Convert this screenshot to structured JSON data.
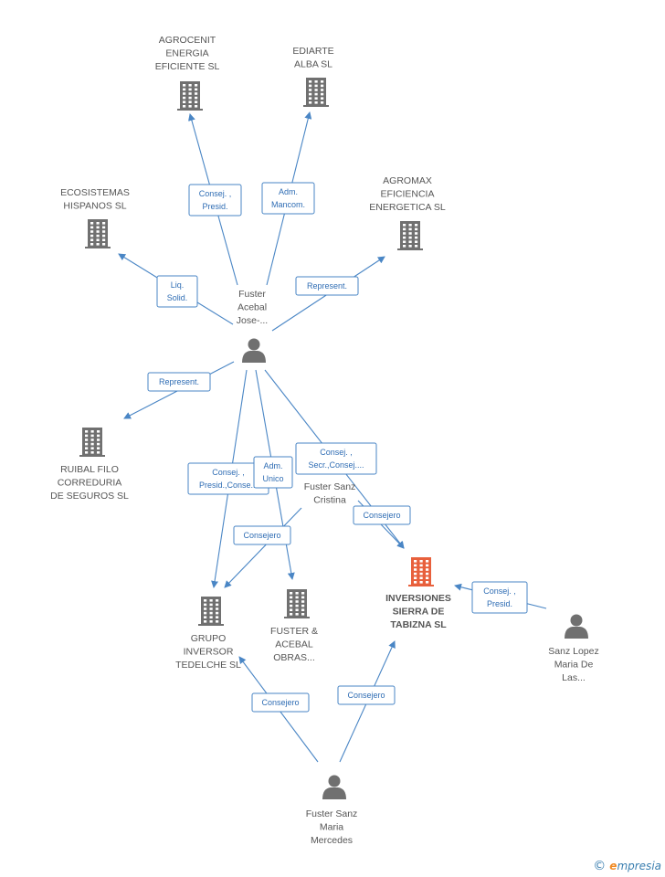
{
  "colors": {
    "company": "#707070",
    "focus": "#e8603c",
    "person": "#707070",
    "edge": "#4a86c5"
  },
  "nodes": [
    {
      "id": "agrocenit",
      "type": "company",
      "label": [
        "AGROCENIT",
        "ENERGIA",
        "EFICIENTE SL"
      ]
    },
    {
      "id": "ediarte",
      "type": "company",
      "label": [
        "EDIARTE",
        "ALBA SL"
      ]
    },
    {
      "id": "ecosistemas",
      "type": "company",
      "label": [
        "ECOSISTEMAS",
        "HISPANOS SL"
      ]
    },
    {
      "id": "agromax",
      "type": "company",
      "label": [
        "AGROMAX",
        "EFICIENCIA",
        "ENERGETICA SL"
      ]
    },
    {
      "id": "fuster_jose",
      "type": "person",
      "label": [
        "Fuster",
        "Acebal",
        "Jose-..."
      ]
    },
    {
      "id": "ruibal",
      "type": "company",
      "label": [
        "RUIBAL FILO",
        "CORREDURIA",
        "DE SEGUROS SL"
      ]
    },
    {
      "id": "fuster_cristina",
      "type": "person",
      "label": [
        "Fuster Sanz",
        "Cristina"
      ]
    },
    {
      "id": "inversiones",
      "type": "focus",
      "label": [
        "INVERSIONES",
        "SIERRA DE",
        "TABIZNA SL"
      ]
    },
    {
      "id": "grupo",
      "type": "company",
      "label": [
        "GRUPO",
        "INVERSOR",
        "TEDELCHE SL"
      ]
    },
    {
      "id": "fuster_obras",
      "type": "company",
      "label": [
        "FUSTER &",
        "ACEBAL",
        "OBRAS..."
      ]
    },
    {
      "id": "sanz_lopez",
      "type": "person",
      "label": [
        "Sanz Lopez",
        "Maria De",
        "Las..."
      ]
    },
    {
      "id": "fuster_mercedes",
      "type": "person",
      "label": [
        "Fuster Sanz",
        "Maria",
        "Mercedes"
      ]
    }
  ],
  "edges": [
    {
      "from": "fuster_jose",
      "to": "agrocenit",
      "label": [
        "Consej. ,",
        "Presid."
      ]
    },
    {
      "from": "fuster_jose",
      "to": "ediarte",
      "label": [
        "Adm.",
        "Mancom."
      ]
    },
    {
      "from": "fuster_jose",
      "to": "ecosistemas",
      "label": [
        "Liq.",
        "Solid."
      ]
    },
    {
      "from": "fuster_jose",
      "to": "agromax",
      "label": [
        "Represent."
      ]
    },
    {
      "from": "fuster_jose",
      "to": "ruibal",
      "label": [
        "Represent."
      ]
    },
    {
      "from": "fuster_jose",
      "to": "grupo",
      "label": [
        "Consej. ,",
        "Presid.,Conse..."
      ]
    },
    {
      "from": "fuster_jose",
      "to": "fuster_obras",
      "label": [
        "Adm.",
        "Unico"
      ]
    },
    {
      "from": "fuster_jose",
      "to": "inversiones",
      "label": [
        "Consej. ,",
        "Secr.,Consej...."
      ]
    },
    {
      "from": "fuster_cristina",
      "to": "inversiones",
      "label": [
        "Consejero"
      ]
    },
    {
      "from": "fuster_cristina",
      "to": "grupo",
      "label": [
        "Consejero"
      ]
    },
    {
      "from": "sanz_lopez",
      "to": "inversiones",
      "label": [
        "Consej. ,",
        "Presid."
      ]
    },
    {
      "from": "fuster_mercedes",
      "to": "grupo",
      "label": [
        "Consejero"
      ]
    },
    {
      "from": "fuster_mercedes",
      "to": "inversiones",
      "label": [
        "Consejero"
      ]
    }
  ],
  "footer": {
    "copyright": "©",
    "brand_initial": "e",
    "brand_rest": "mpresia"
  }
}
